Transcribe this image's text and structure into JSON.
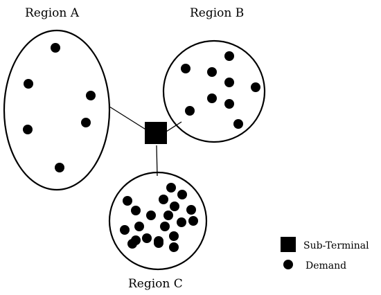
{
  "regions": [
    {
      "label": "Region A"
    },
    {
      "label": "Region B"
    },
    {
      "label": "Region C"
    }
  ],
  "legend": {
    "terminal_label": "Sub-Terminal",
    "demand_label": "Demand"
  },
  "colors": {
    "ink": "#000000",
    "background": "#ffffff"
  },
  "demand_counts": {
    "region_a": 6,
    "region_b": 9,
    "region_c": 21
  }
}
